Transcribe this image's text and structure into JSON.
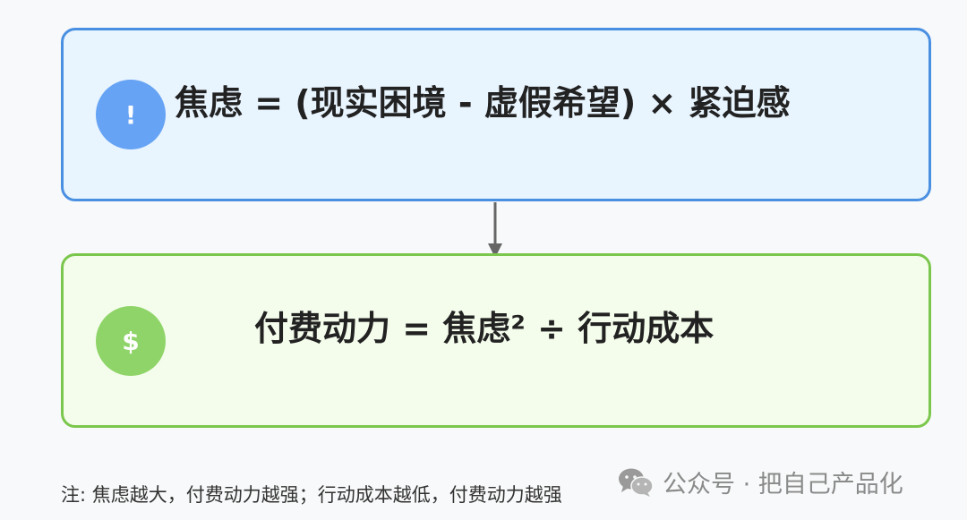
{
  "diagram": {
    "top_node": {
      "icon": "exclamation-icon",
      "icon_glyph": "!",
      "formula": "焦虑 = (现实困境 - 虚假希望) × 紧迫感",
      "accent_color": "#4a90e2",
      "fill_color": "#e8f4fe"
    },
    "bottom_node": {
      "icon": "dollar-icon",
      "icon_glyph": "$",
      "formula": "付费动力 = 焦虑² ÷ 行动成本",
      "accent_color": "#7bc74d",
      "fill_color": "#f4fdec"
    },
    "edge": {
      "from": "top_node",
      "to": "bottom_node",
      "color": "#666666"
    },
    "note": "注: 焦虑越大，付费动力越强；行动成本越低，付费动力越强"
  },
  "watermark": {
    "icon": "wechat-icon",
    "text": "公众号 · 把自己产品化"
  }
}
